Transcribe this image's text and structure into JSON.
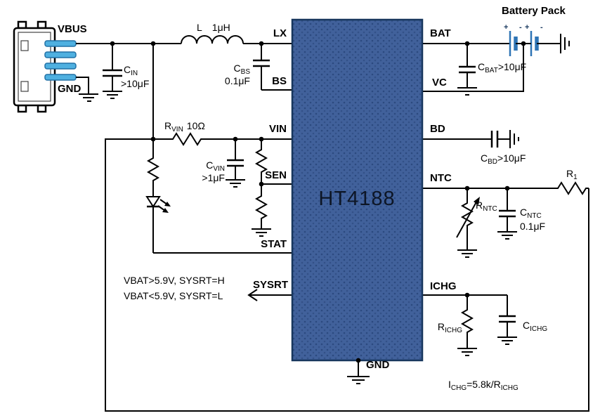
{
  "ic": {
    "part_number": "HT4188"
  },
  "pins": {
    "lx": "LX",
    "bs": "BS",
    "vin": "VIN",
    "sen": "SEN",
    "stat": "STAT",
    "sysrt": "SYSRT",
    "bat": "BAT",
    "vc": "VC",
    "bd": "BD",
    "ntc": "NTC",
    "ichg": "ICHG",
    "gnd": "GND"
  },
  "usb": {
    "vbus_label": "VBUS",
    "gnd_label": "GND"
  },
  "battery": {
    "title": "Battery Pack",
    "plus1": "+",
    "minus1": "-",
    "plus2": "+",
    "minus2": "-"
  },
  "components": {
    "inductor": {
      "name": "L",
      "value": "1μH"
    },
    "cin": {
      "name": "C",
      "sub": "IN",
      "value": ">10μF"
    },
    "cbs": {
      "name": "C",
      "sub": "BS",
      "value": "0.1μF"
    },
    "rvin": {
      "name": "R",
      "sub": "VIN",
      "value": "10Ω"
    },
    "cvin": {
      "name": "C",
      "sub": "VIN",
      "value": ">1μF"
    },
    "cbat": {
      "name": "C",
      "sub": "BAT",
      "value": ">10μF"
    },
    "cbd": {
      "name": "C",
      "sub": "BD",
      "value": ">10μF"
    },
    "rntc": {
      "name": "R",
      "sub": "NTC"
    },
    "cntc": {
      "name": "C",
      "sub": "NTC",
      "value": "0.1μF"
    },
    "r1": {
      "name": "R",
      "sub": "1"
    },
    "richg": {
      "name": "R",
      "sub": "ICHG"
    },
    "cichg": {
      "name": "C",
      "sub": "ICHG"
    }
  },
  "notes": {
    "sysrt_high": "VBAT>5.9V, SYSRT=H",
    "sysrt_low": "VBAT<5.9V, SYSRT=L",
    "ichg_formula": {
      "i": "I",
      "i_sub": "CHG",
      "mid": "=5.8k/R",
      "r_sub": "ICHG"
    }
  },
  "colors": {
    "ic_fill": "#41619b",
    "ic_border": "#17365d",
    "wire": "#000000",
    "usb_contact": "#4fb0e0",
    "battery_plate": "#2e74b5"
  }
}
